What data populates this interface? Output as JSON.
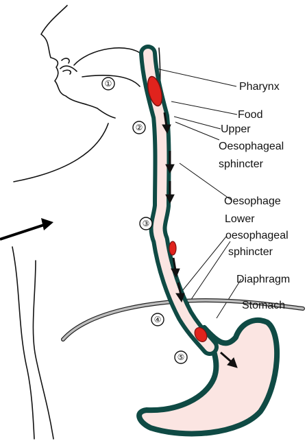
{
  "diagram": {
    "labels": {
      "pharynx": "Pharynx",
      "food": "Food",
      "upper_sphincter_l1": "Upper",
      "upper_sphincter_l2": "Oesophageal",
      "upper_sphincter_l3": "sphincter",
      "oesophage": "Oesophage",
      "lower_sphincter_l1": "Lower",
      "lower_sphincter_l2": "oesophageal",
      "lower_sphincter_l3": "sphincter",
      "diaphragm": "Diaphragm",
      "stomach": "Stomach"
    },
    "stage_markers": [
      "①",
      "②",
      "③",
      "④",
      "⑤"
    ],
    "colors": {
      "tract_wall": "#0f4a44",
      "tract_lumen": "#fbe5e2",
      "food_bolus": "#e0231d",
      "diaphragm": "#bdbdbd",
      "outline": "#111111"
    }
  }
}
